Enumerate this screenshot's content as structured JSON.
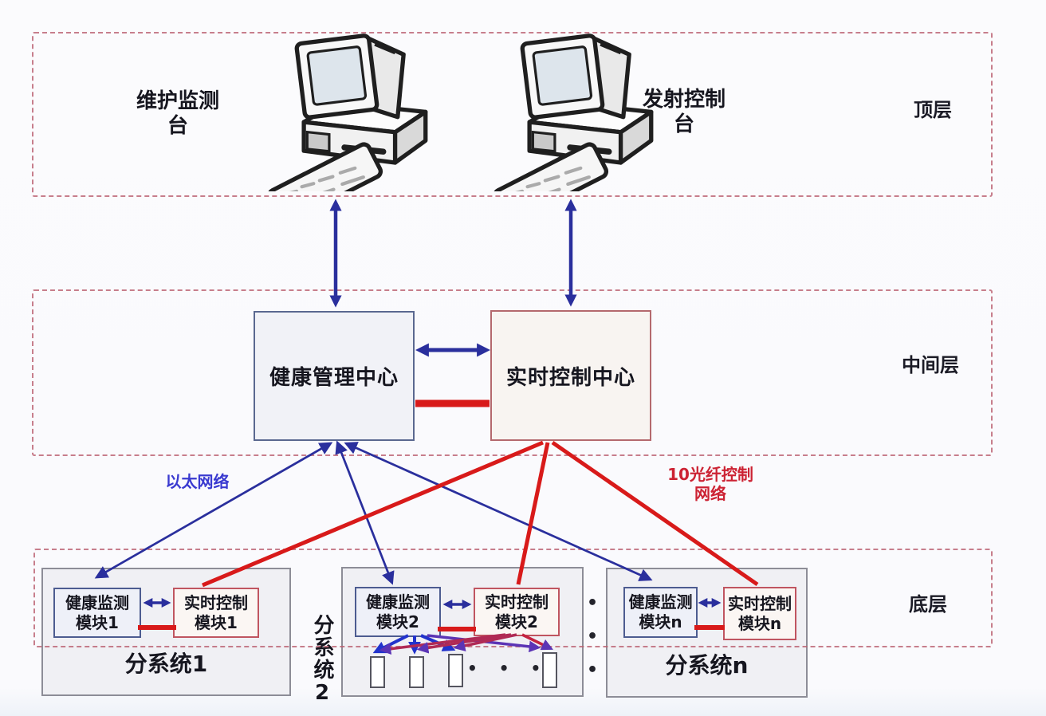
{
  "layers": {
    "top": "顶层",
    "middle": "中间层",
    "bottom": "底层"
  },
  "consoles": {
    "maintenance": "维护监测台",
    "launch": "发射控制台"
  },
  "centers": {
    "health": "健康管理中心",
    "realtime": "实时控制中心"
  },
  "networks": {
    "ethernet": "以太网络",
    "fiber": "10光纤控制网络"
  },
  "subsystems": [
    {
      "name": "分系统1",
      "health_module": "健康监测模块1",
      "control_module": "实时控制模块1"
    },
    {
      "name": "分系统2",
      "health_module": "健康监测模块2",
      "control_module": "实时控制模块2"
    },
    {
      "name": "分系统n",
      "health_module": "健康监测模块n",
      "control_module": "实时控制模块n"
    }
  ],
  "ellipsis": {
    "horizontal": "• • •",
    "vertical": "•"
  },
  "colors": {
    "blue_link": "#2a2f9d",
    "red_link": "#d81a1a",
    "purple_link": "#5b34b5",
    "dashed_border": "#bb5f70",
    "ethernet_label": "#3a3ad0",
    "fiber_label": "#cc2233"
  }
}
